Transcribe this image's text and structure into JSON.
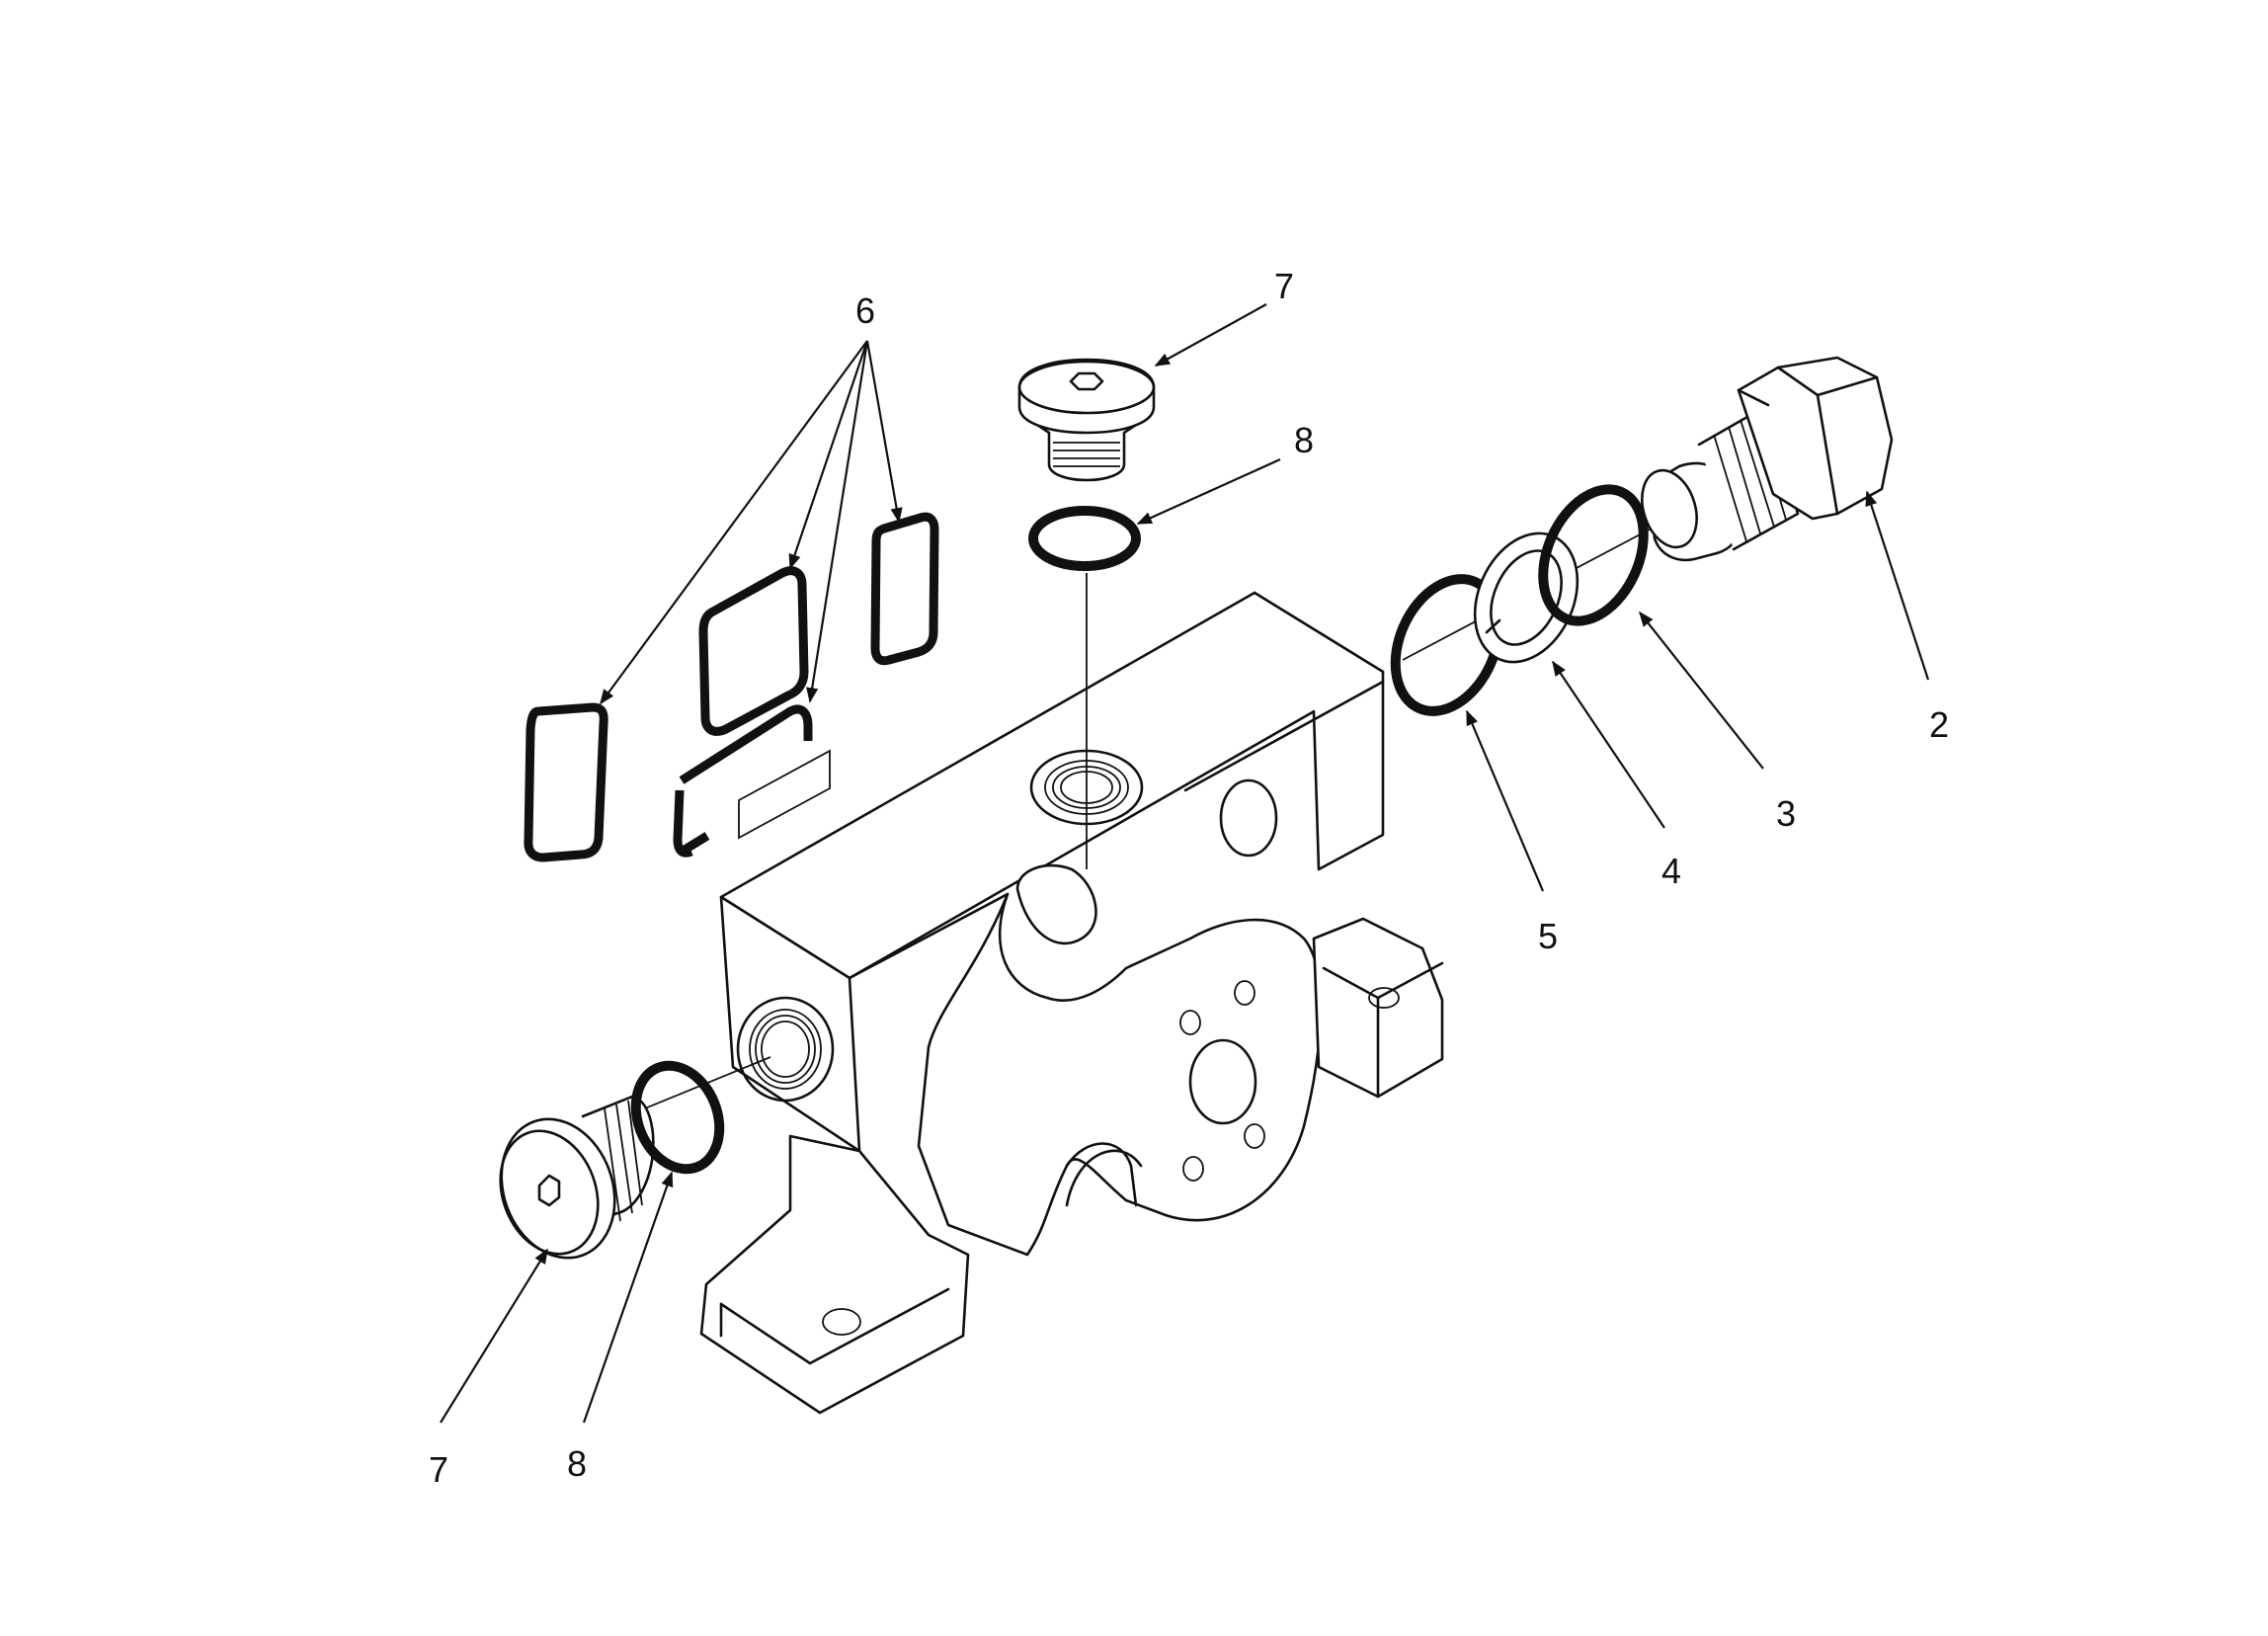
{
  "figure": {
    "callouts": [
      {
        "key": "label_6",
        "text": "6"
      },
      {
        "key": "label_7_top",
        "text": "7"
      },
      {
        "key": "label_8_top",
        "text": "8"
      },
      {
        "key": "label_2",
        "text": "2"
      },
      {
        "key": "label_3",
        "text": "3"
      },
      {
        "key": "label_4",
        "text": "4"
      },
      {
        "key": "label_5",
        "text": "5"
      },
      {
        "key": "label_7_bottom",
        "text": "7"
      },
      {
        "key": "label_8_bottom",
        "text": "8"
      }
    ]
  }
}
